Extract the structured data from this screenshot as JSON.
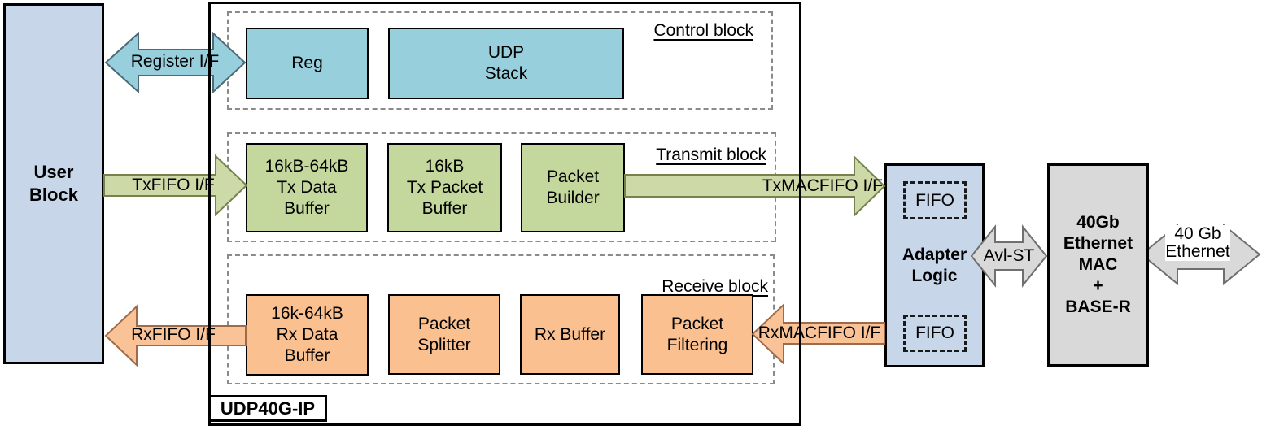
{
  "colors": {
    "block_blue": "#c7d6e8",
    "cyan": "#98cfdc",
    "green_box": "#c4d79d",
    "green_arrow": "#cdd9a7",
    "orange_box": "#fac090",
    "orange_arrow": "#fac397",
    "gray": "#d9d9d9",
    "cyan_arrow_border": "#4d6a76",
    "green_arrow_border": "#75814f",
    "orange_arrow_border": "#9e6b4a",
    "gray_arrow_border": "#6f6f6f"
  },
  "user_block": {
    "label": "User\nBlock"
  },
  "ip": {
    "label": "UDP40G-IP"
  },
  "sections": {
    "control": {
      "title": "Control block"
    },
    "transmit": {
      "title": "Transmit block"
    },
    "receive": {
      "title": "Receive block"
    }
  },
  "boxes": {
    "reg": "Reg",
    "udp_stack": "UDP\nStack",
    "tx_data": "16kB-64kB\nTx Data\nBuffer",
    "tx_packet": "16kB\nTx Packet\nBuffer",
    "packet_builder": "Packet\nBuilder",
    "rx_data": "16k-64kB\nRx Data\nBuffer",
    "packet_splitter": "Packet\nSplitter",
    "rx_buffer": "Rx Buffer",
    "packet_filtering": "Packet\nFiltering"
  },
  "right_blocks": {
    "adapter": "Adapter\nLogic",
    "fifo_top": "FIFO",
    "fifo_bottom": "FIFO",
    "mac": "40Gb\nEthernet\nMAC\n+\nBASE-R"
  },
  "arrows": {
    "register_if": "Register I/F",
    "txfifo": "TxFIFO I/F",
    "txmacfifo": "TxMACFIFO I/F",
    "rxfifo": "RxFIFO I/F",
    "rxmacfifo": "RxMACFIFO I/F",
    "avl_st": "Avl-ST",
    "ethernet_40g": "40 Gb\nEthernet"
  }
}
